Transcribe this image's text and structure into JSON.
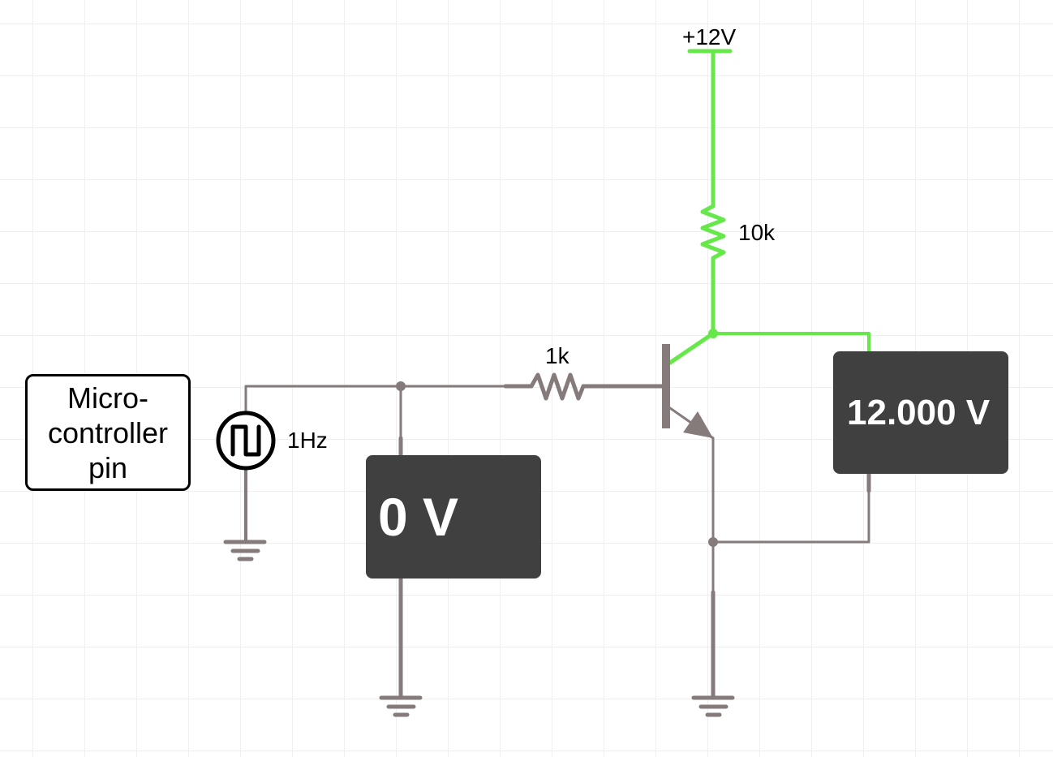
{
  "colors": {
    "wire_inactive": "#867b7b",
    "wire_active": "#66e84a",
    "meter_bg": "#404040",
    "grid": "#f0eef2"
  },
  "labels": {
    "micro_line1": "Micro-",
    "micro_line2": "controller",
    "micro_line3": "pin",
    "supply": "+12V",
    "r_collector": "10k",
    "r_base": "1k",
    "source_freq": "1Hz"
  },
  "meters": {
    "base_reading": "0 V",
    "collector_reading": "12.000 V"
  },
  "icons": {
    "source": "square-wave-source-icon",
    "ground": "ground-icon",
    "transistor": "npn-transistor-icon",
    "resistor": "resistor-icon"
  }
}
